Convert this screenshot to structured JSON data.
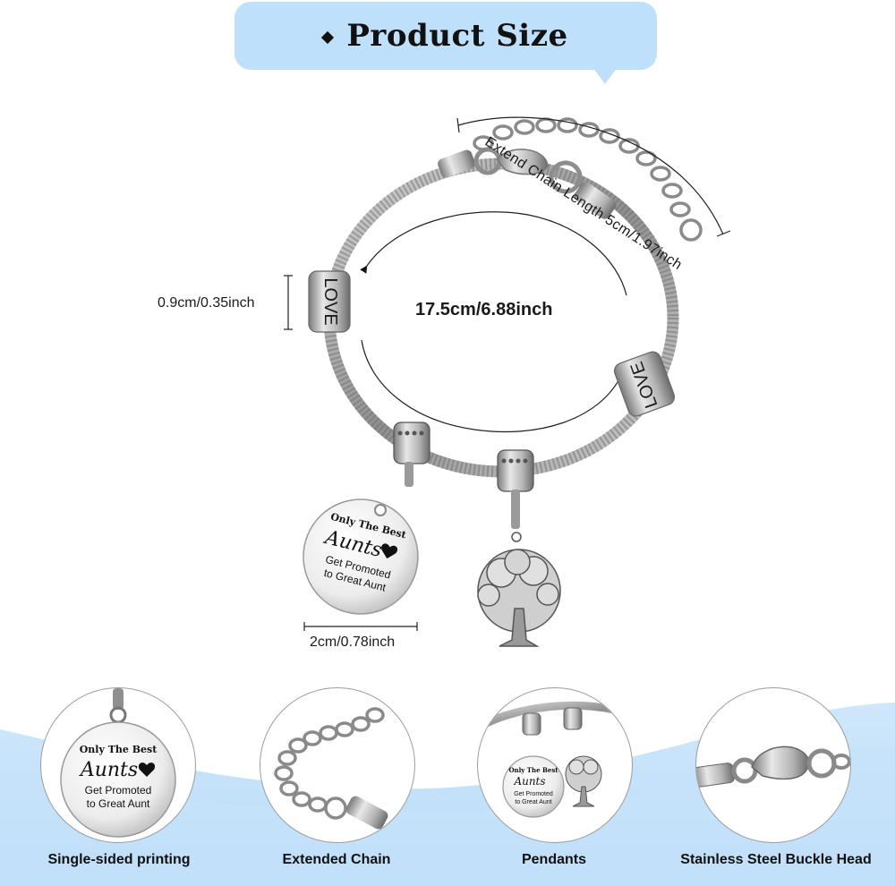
{
  "title": "Product Size",
  "measurements": {
    "extend_chain": "Extend Chain Length 5cm/1.97inch",
    "bead_width": "0.9cm/0.35inch",
    "bracelet_length": "17.5cm/6.88inch",
    "pendant_width": "2cm/0.78inch"
  },
  "charm_text": {
    "line1": "Only The Best",
    "line2": "Aunts",
    "line3": "Get Promoted",
    "line4": "to Great Aunt"
  },
  "bead_text": "LOVE",
  "features": [
    {
      "label": "Single-sided printing",
      "icon": "printed-charm"
    },
    {
      "label": "Extended Chain",
      "icon": "extension-chain"
    },
    {
      "label": "Pendants",
      "icon": "pendants"
    },
    {
      "label": "Stainless Steel Buckle Head",
      "icon": "lobster-clasp"
    }
  ],
  "colors": {
    "accent_blue": "#bfe0fb",
    "silver": "#a9a9a9"
  }
}
